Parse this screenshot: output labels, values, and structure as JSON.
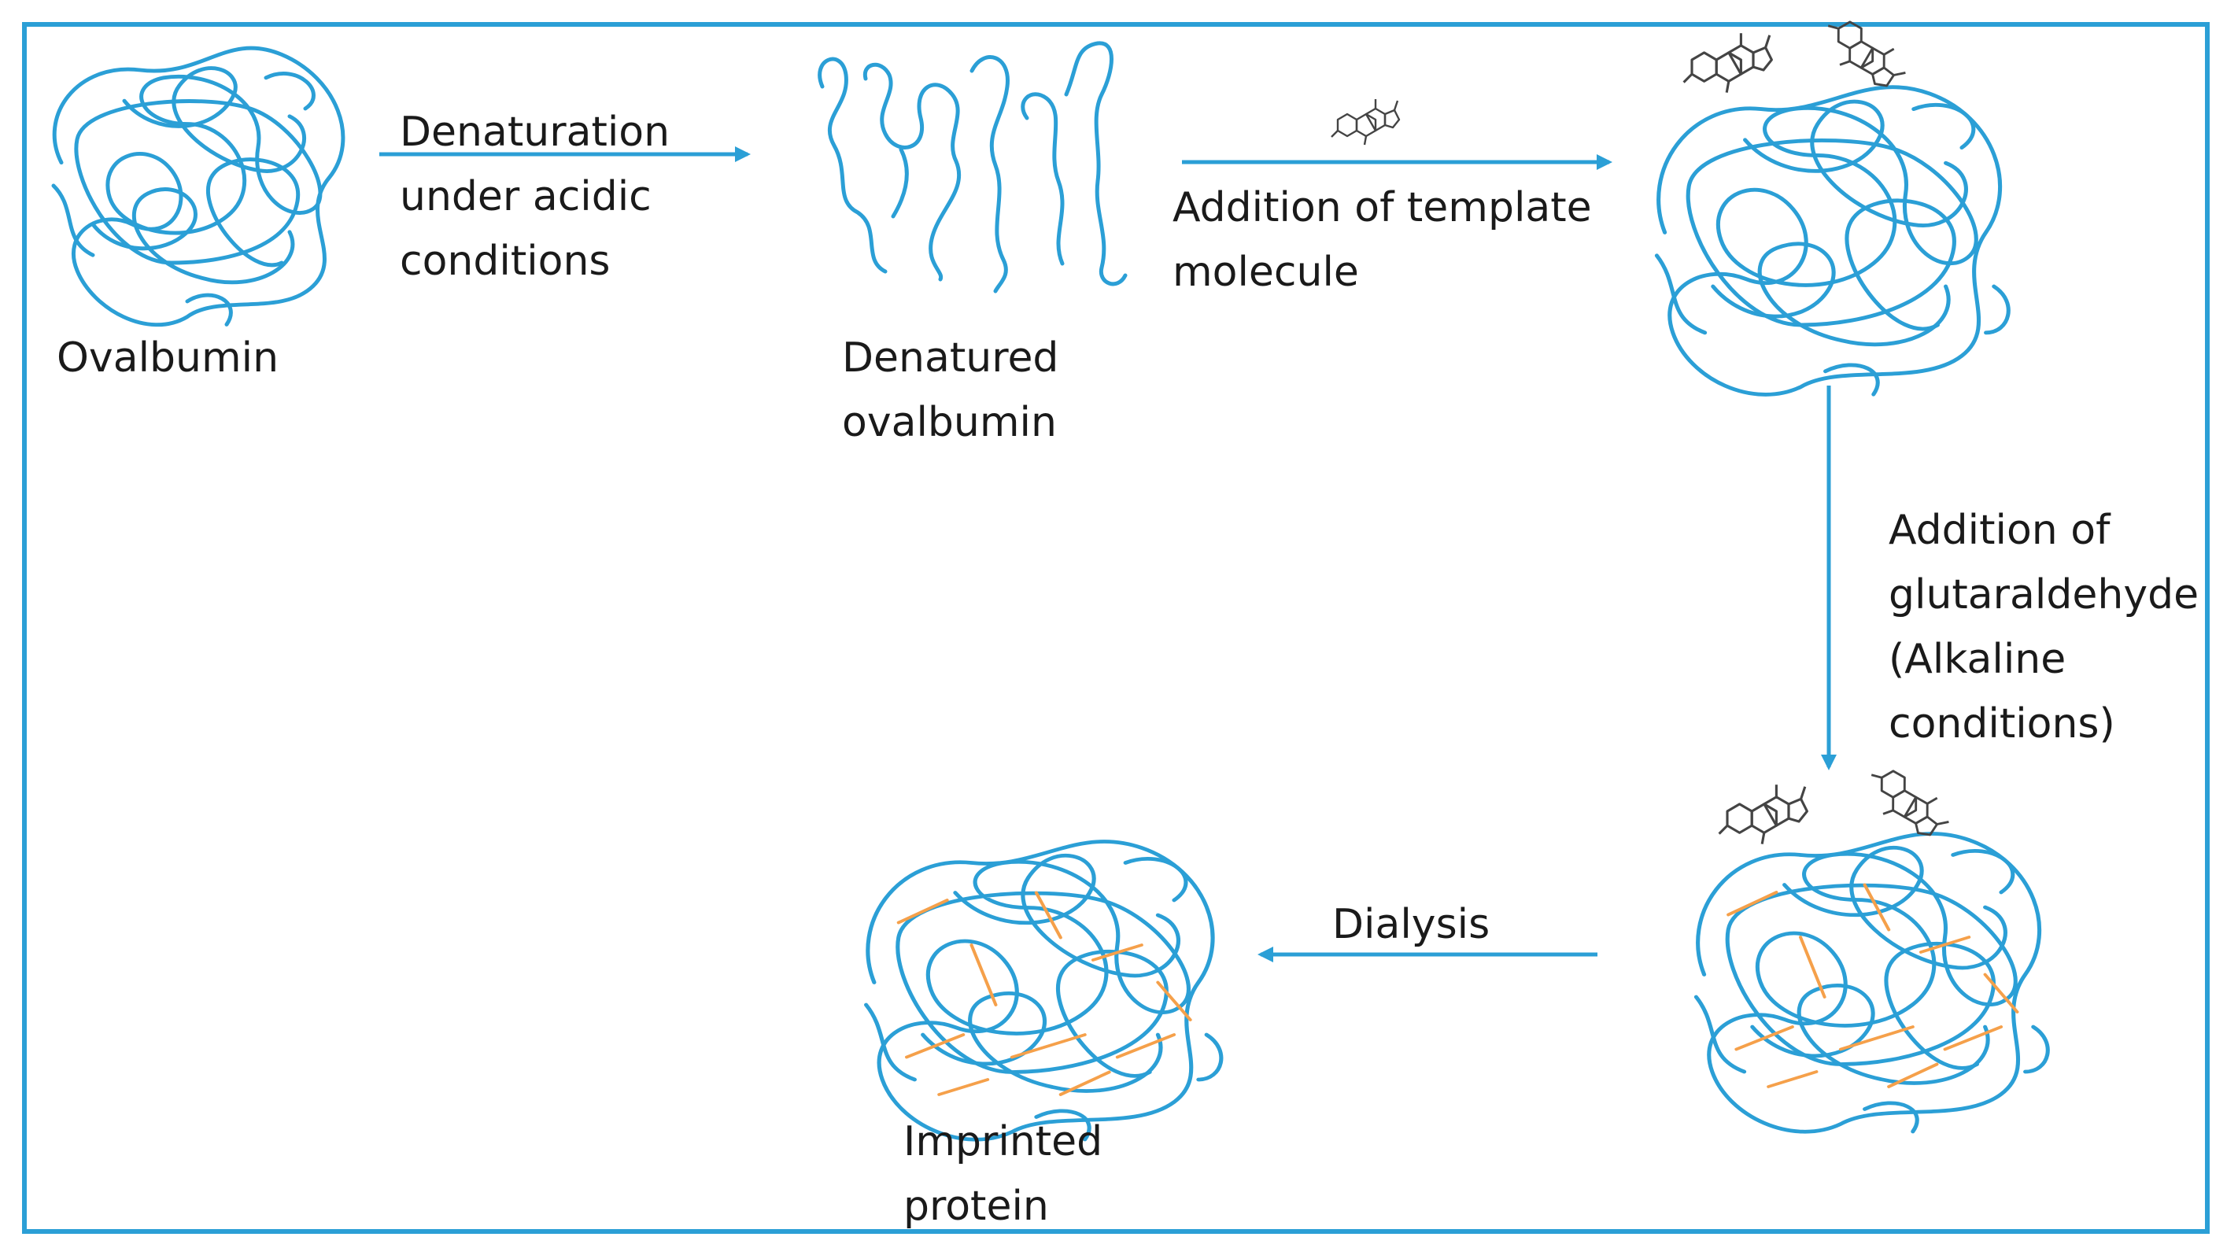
{
  "diagram": {
    "labels": {
      "ovalbumin": "Ovalbumin",
      "denaturation": "Denaturation\nunder acidic\nconditions",
      "denatured": "Denatured\novalbumin",
      "template": "Addition of template\nmolecule",
      "glutaraldehyde": "Addition of\nglutaraldehyde\n(Alkaline\nconditions)",
      "dialysis": "Dialysis",
      "imprinted": "Imprinted\nprotein"
    },
    "colors": {
      "frame": "#2b9fd6",
      "protein_chain": "#2b9fd6",
      "crosslink": "#f5a04a",
      "arrow": "#2b9fd6",
      "template_molecule": "#444444"
    },
    "icons": [
      "protein-coil-icon",
      "unfolded-chain-icon",
      "template-molecule-icon",
      "crosslink-icon"
    ]
  }
}
